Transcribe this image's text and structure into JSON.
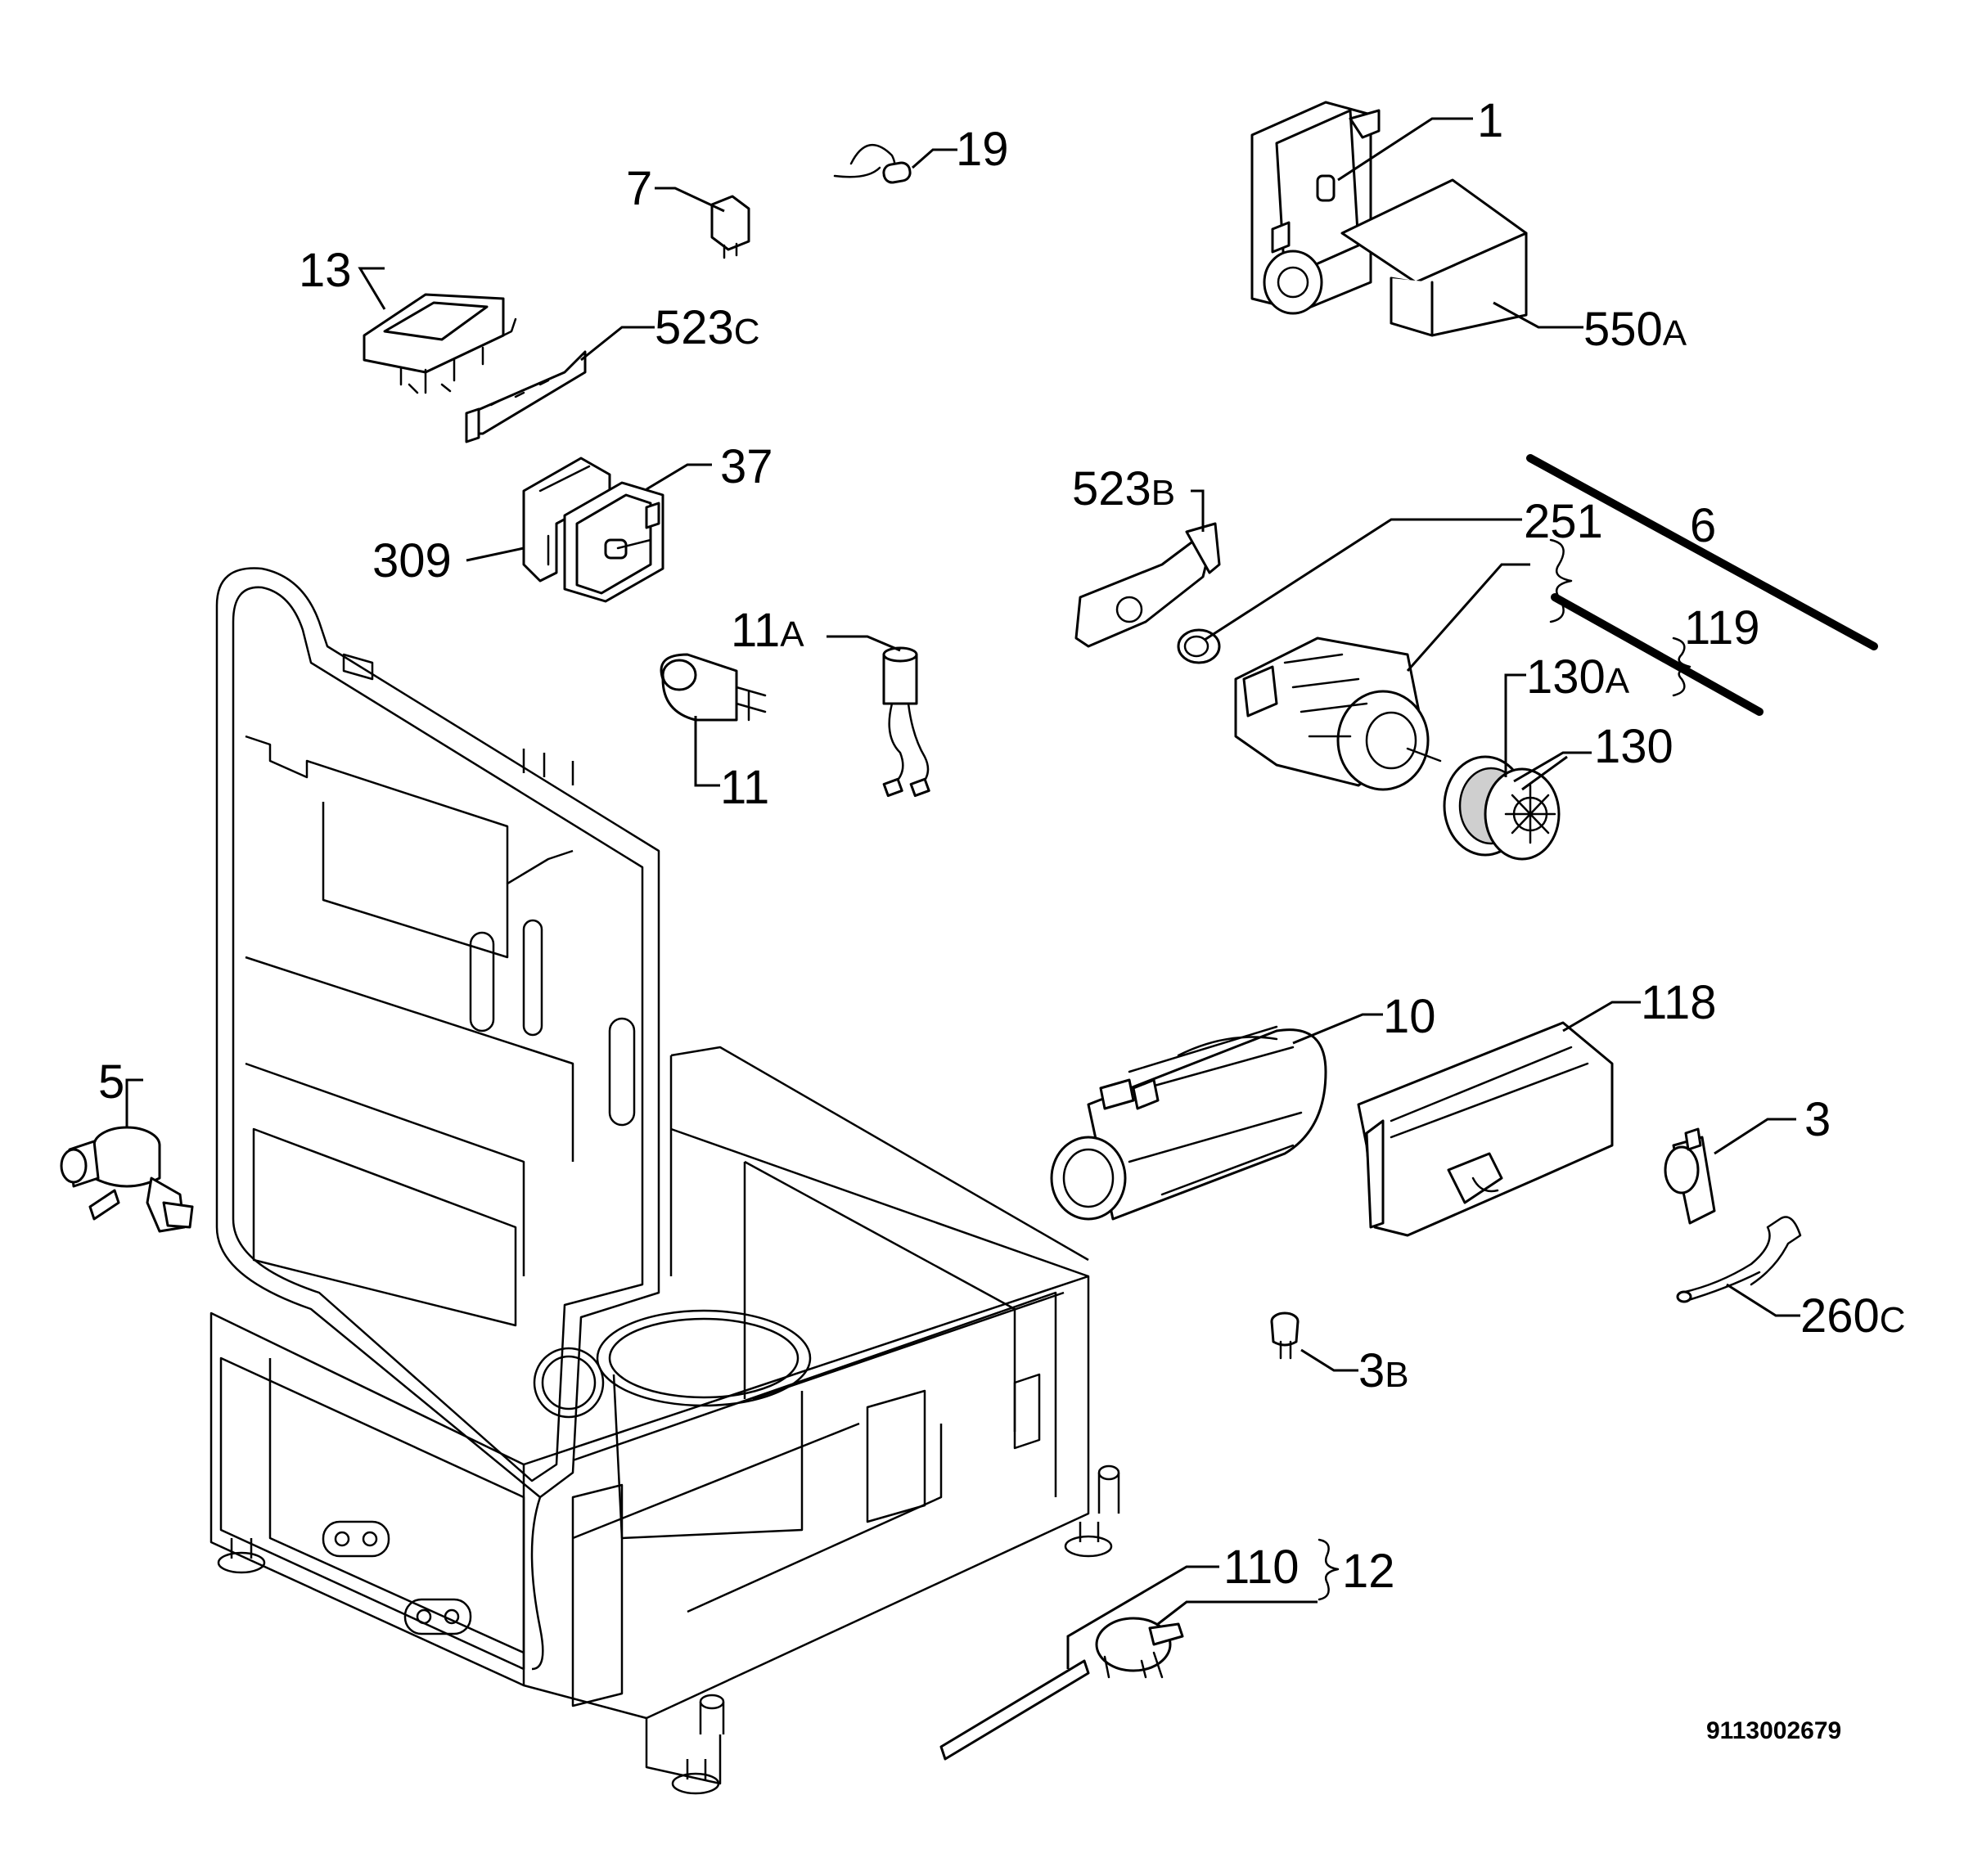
{
  "diagram": {
    "labels": {
      "p1": "1",
      "p19": "19",
      "p7": "7",
      "p13": "13",
      "p523c": "523",
      "p523c_suffix": "C",
      "p550a": "550",
      "p550a_suffix": "A",
      "p37": "37",
      "p309": "309",
      "p523b": "523",
      "p523b_suffix": "B",
      "p251": "251",
      "p6": "6",
      "p119": "119",
      "p11a": "11",
      "p11a_suffix": "A",
      "p130a": "130",
      "p130a_suffix": "A",
      "p130": "130",
      "p11": "11",
      "p10": "10",
      "p118": "118",
      "p5": "5",
      "p3": "3",
      "p260c": "260",
      "p260c_suffix": "C",
      "p3b": "3",
      "p3b_suffix": "B",
      "p110": "110",
      "p12": "12"
    },
    "document_number": "9113002679"
  }
}
